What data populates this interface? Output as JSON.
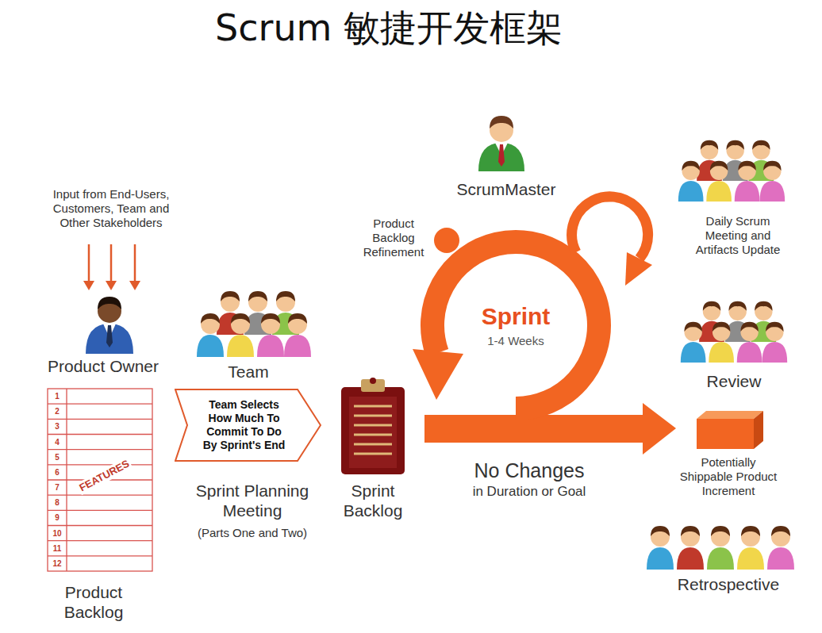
{
  "diagram": {
    "title": "Scrum 敏捷开发框架",
    "nodes": [
      {
        "text": [
          "Team Selects How Much To Commit To Do By Sprint's End"
        ]
      },
      {
        "text": [
          "Sprint",
          "1-4 Weeks"
        ]
      }
    ],
    "labels": [
      "Input from End-Users, Customers, Team and Other Stakeholders",
      "Product Owner",
      "1",
      "2",
      "3",
      "4",
      "5",
      "6",
      "7",
      "8",
      "9",
      "10",
      "11",
      "12",
      "FEATURES",
      "Product Backlog",
      "Team",
      "Sprint Planning Meeting",
      "(Parts One and Two)",
      "Sprint Backlog",
      "ScrumMaster",
      "Product Backlog Refinement",
      "Daily Scrum Meeting and Artifacts Update",
      "Review",
      "No Changes",
      "in Duration or Goal",
      "Potentially Shippable Product Increment",
      "Retrospective"
    ]
  }
}
